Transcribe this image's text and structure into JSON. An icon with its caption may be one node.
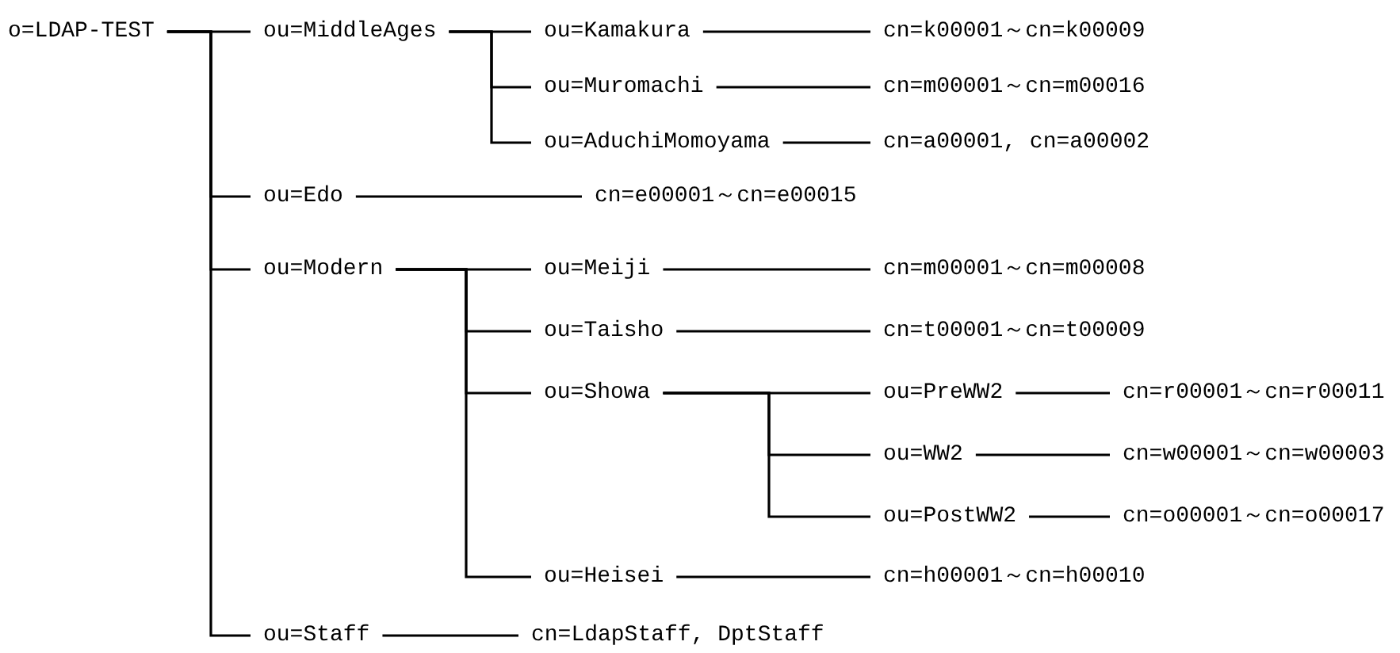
{
  "diagram": {
    "nodes": [
      {
        "text": [
          "o=LDAP-TEST"
        ]
      },
      {
        "text": [
          "ou=MiddleAges"
        ]
      },
      {
        "text": [
          "ou=Kamakura"
        ]
      },
      {
        "text": [
          "cn=k00001～cn=k00009"
        ]
      },
      {
        "text": [
          "ou=Muromachi"
        ]
      },
      {
        "text": [
          "cn=m00001～cn=m00016"
        ]
      },
      {
        "text": [
          "ou=AduchiMomoyama"
        ]
      },
      {
        "text": [
          "cn=a00001, cn=a00002"
        ]
      },
      {
        "text": [
          "ou=Edo"
        ]
      },
      {
        "text": [
          "cn=e00001～cn=e00015"
        ]
      },
      {
        "text": [
          "ou=Modern"
        ]
      },
      {
        "text": [
          "ou=Meiji"
        ]
      },
      {
        "text": [
          "cn=m00001～cn=m00008"
        ]
      },
      {
        "text": [
          "ou=Taisho"
        ]
      },
      {
        "text": [
          "cn=t00001～cn=t00009"
        ]
      },
      {
        "text": [
          "ou=Showa"
        ]
      },
      {
        "text": [
          "ou=PreWW2"
        ]
      },
      {
        "text": [
          "cn=r00001～cn=r00011"
        ]
      },
      {
        "text": [
          "ou=WW2"
        ]
      },
      {
        "text": [
          "cn=w00001～cn=w00003"
        ]
      },
      {
        "text": [
          "ou=PostWW2"
        ]
      },
      {
        "text": [
          "cn=o00001～cn=o00017"
        ]
      },
      {
        "text": [
          "ou=Heisei"
        ]
      },
      {
        "text": [
          "cn=h00001～cn=h00010"
        ]
      },
      {
        "text": [
          "ou=Staff"
        ]
      },
      {
        "text": [
          "cn=LdapStaff, DptStaff"
        ]
      }
    ],
    "edges": [
      {
        "from": 0,
        "to": 1,
        "arrow": "none"
      },
      {
        "from": 0,
        "to": 8,
        "arrow": "none"
      },
      {
        "from": 0,
        "to": 10,
        "arrow": "none"
      },
      {
        "from": 0,
        "to": 24,
        "arrow": "none"
      },
      {
        "from": 1,
        "to": 2,
        "arrow": "none"
      },
      {
        "from": 1,
        "to": 4,
        "arrow": "none"
      },
      {
        "from": 1,
        "to": 6,
        "arrow": "none"
      },
      {
        "from": 2,
        "to": 3,
        "arrow": "none"
      },
      {
        "from": 4,
        "to": 5,
        "arrow": "none"
      },
      {
        "from": 6,
        "to": 7,
        "arrow": "none"
      },
      {
        "from": 8,
        "to": 9,
        "arrow": "none"
      },
      {
        "from": 10,
        "to": 11,
        "arrow": "none"
      },
      {
        "from": 10,
        "to": 13,
        "arrow": "none"
      },
      {
        "from": 10,
        "to": 15,
        "arrow": "none"
      },
      {
        "from": 10,
        "to": 22,
        "arrow": "none"
      },
      {
        "from": 11,
        "to": 12,
        "arrow": "none"
      },
      {
        "from": 13,
        "to": 14,
        "arrow": "none"
      },
      {
        "from": 15,
        "to": 16,
        "arrow": "none"
      },
      {
        "from": 15,
        "to": 18,
        "arrow": "none"
      },
      {
        "from": 15,
        "to": 20,
        "arrow": "none"
      },
      {
        "from": 16,
        "to": 17,
        "arrow": "none"
      },
      {
        "from": 18,
        "to": 19,
        "arrow": "none"
      },
      {
        "from": 20,
        "to": 21,
        "arrow": "none"
      },
      {
        "from": 22,
        "to": 23,
        "arrow": "none"
      },
      {
        "from": 24,
        "to": 25,
        "arrow": "none"
      }
    ]
  }
}
